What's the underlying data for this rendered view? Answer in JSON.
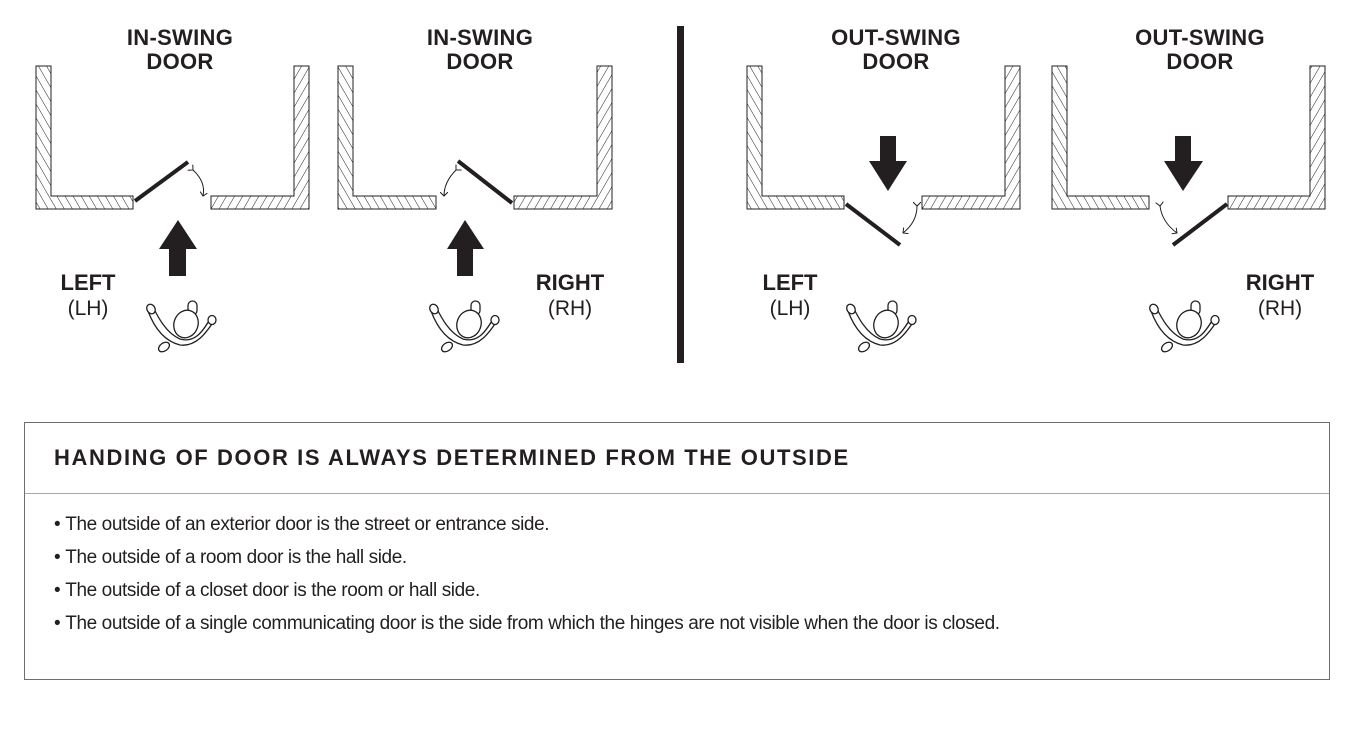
{
  "diagrams": [
    {
      "title_line1": "IN-SWING",
      "title_line2": "DOOR",
      "hand": "LEFT",
      "abbr": "(LH)"
    },
    {
      "title_line1": "IN-SWING",
      "title_line2": "DOOR",
      "hand": "RIGHT",
      "abbr": "(RH)"
    },
    {
      "title_line1": "OUT-SWING",
      "title_line2": "DOOR",
      "hand": "LEFT",
      "abbr": "(LH)"
    },
    {
      "title_line1": "OUT-SWING",
      "title_line2": "DOOR",
      "hand": "RIGHT",
      "abbr": "(RH)"
    }
  ],
  "info": {
    "heading": "HANDING OF DOOR IS ALWAYS DETERMINED FROM THE OUTSIDE",
    "bullets": [
      "The outside of an exterior door is the street or entrance side.",
      "The outside of a room door is the hall side.",
      "The outside of a closet door is the room or hall side.",
      "The outside of a single communicating door is the side from which the hinges are not visible when the door is closed."
    ]
  },
  "colors": {
    "ink": "#231f20",
    "border": "#6d6e71",
    "divider": "#a7a9ac"
  }
}
